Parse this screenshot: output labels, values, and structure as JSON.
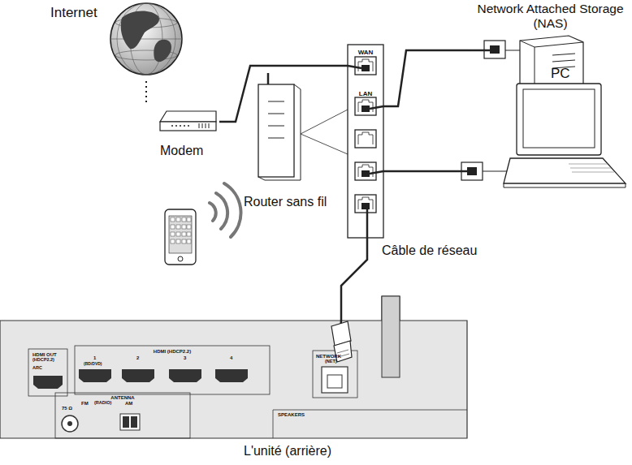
{
  "diagram": {
    "nodes": [
      {
        "text": [
          "Internet"
        ]
      },
      {
        "text": [
          "Modem"
        ]
      },
      {
        "text": [
          "Router sans fil"
        ]
      },
      {
        "text": [
          "WAN",
          "LAN"
        ]
      },
      {
        "text": [
          "Network Attached Storage (NAS)"
        ]
      },
      {
        "text": [
          "PC"
        ]
      },
      {
        "text": [
          "L'unité (arrière)"
        ]
      }
    ],
    "edges": [
      {
        "from": 0,
        "to": 1,
        "arrow": "none"
      },
      {
        "from": 1,
        "to": 3,
        "arrow": "none"
      },
      {
        "from": 3,
        "to": 4,
        "arrow": "none"
      },
      {
        "from": 3,
        "to": 5,
        "arrow": "none"
      },
      {
        "from": 3,
        "to": 6,
        "label": "Câble de réseau",
        "arrow": "none"
      }
    ],
    "labels": [
      "HDMI OUT",
      "(HDCP2.2)",
      "ARC",
      "HDMI (HDCP2.2)",
      "1",
      "(BD/DVD)",
      "2",
      "3",
      "4",
      "ANTENNA",
      "75 Ω",
      "FM",
      "(RADIO)",
      "AM",
      "NETWORK",
      "(NET)",
      "SPEAKERS"
    ]
  }
}
